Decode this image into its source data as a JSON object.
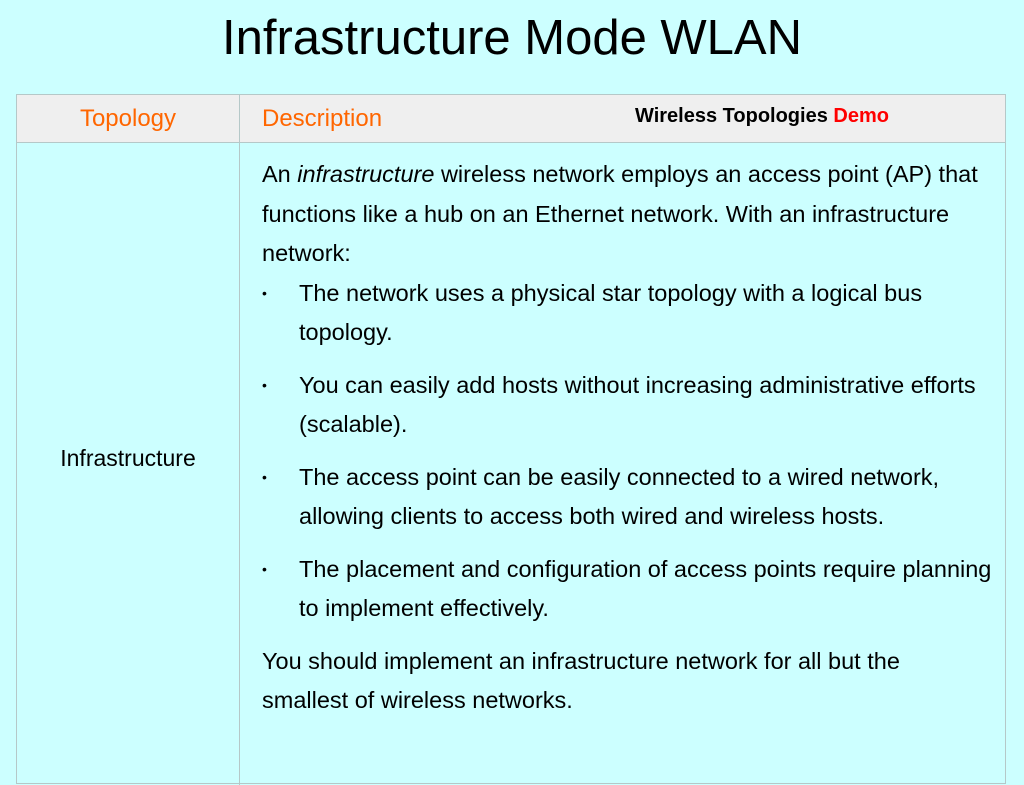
{
  "slide": {
    "title": "Infrastructure Mode WLAN"
  },
  "table": {
    "headers": {
      "topology": "Topology",
      "description": "Description"
    },
    "demo_link": {
      "prefix": "Wireless Topologies",
      "action": "Demo"
    },
    "row": {
      "topology": "Infrastructure",
      "intro": {
        "before": "An",
        "emphasis": "infrastructure",
        "after": "wireless network employs an access point (AP) that functions like a hub on an Ethernet network. With an infrastructure network:"
      },
      "bullets": [
        "The network uses a physical star topology with a logical bus topology.",
        "You can easily add hosts without increasing administrative efforts (scalable).",
        "The access point can be easily connected to a wired network, allowing clients to access both wired and wireless hosts.",
        "The placement and configuration of access points require planning to implement effectively."
      ],
      "closing": "You should implement an infrastructure network for all but the smallest of wireless networks."
    }
  },
  "colors": {
    "background": "#ccffff",
    "header_text": "#ff6600",
    "demo_text": "#ff0000",
    "header_bg": "#efefef"
  }
}
